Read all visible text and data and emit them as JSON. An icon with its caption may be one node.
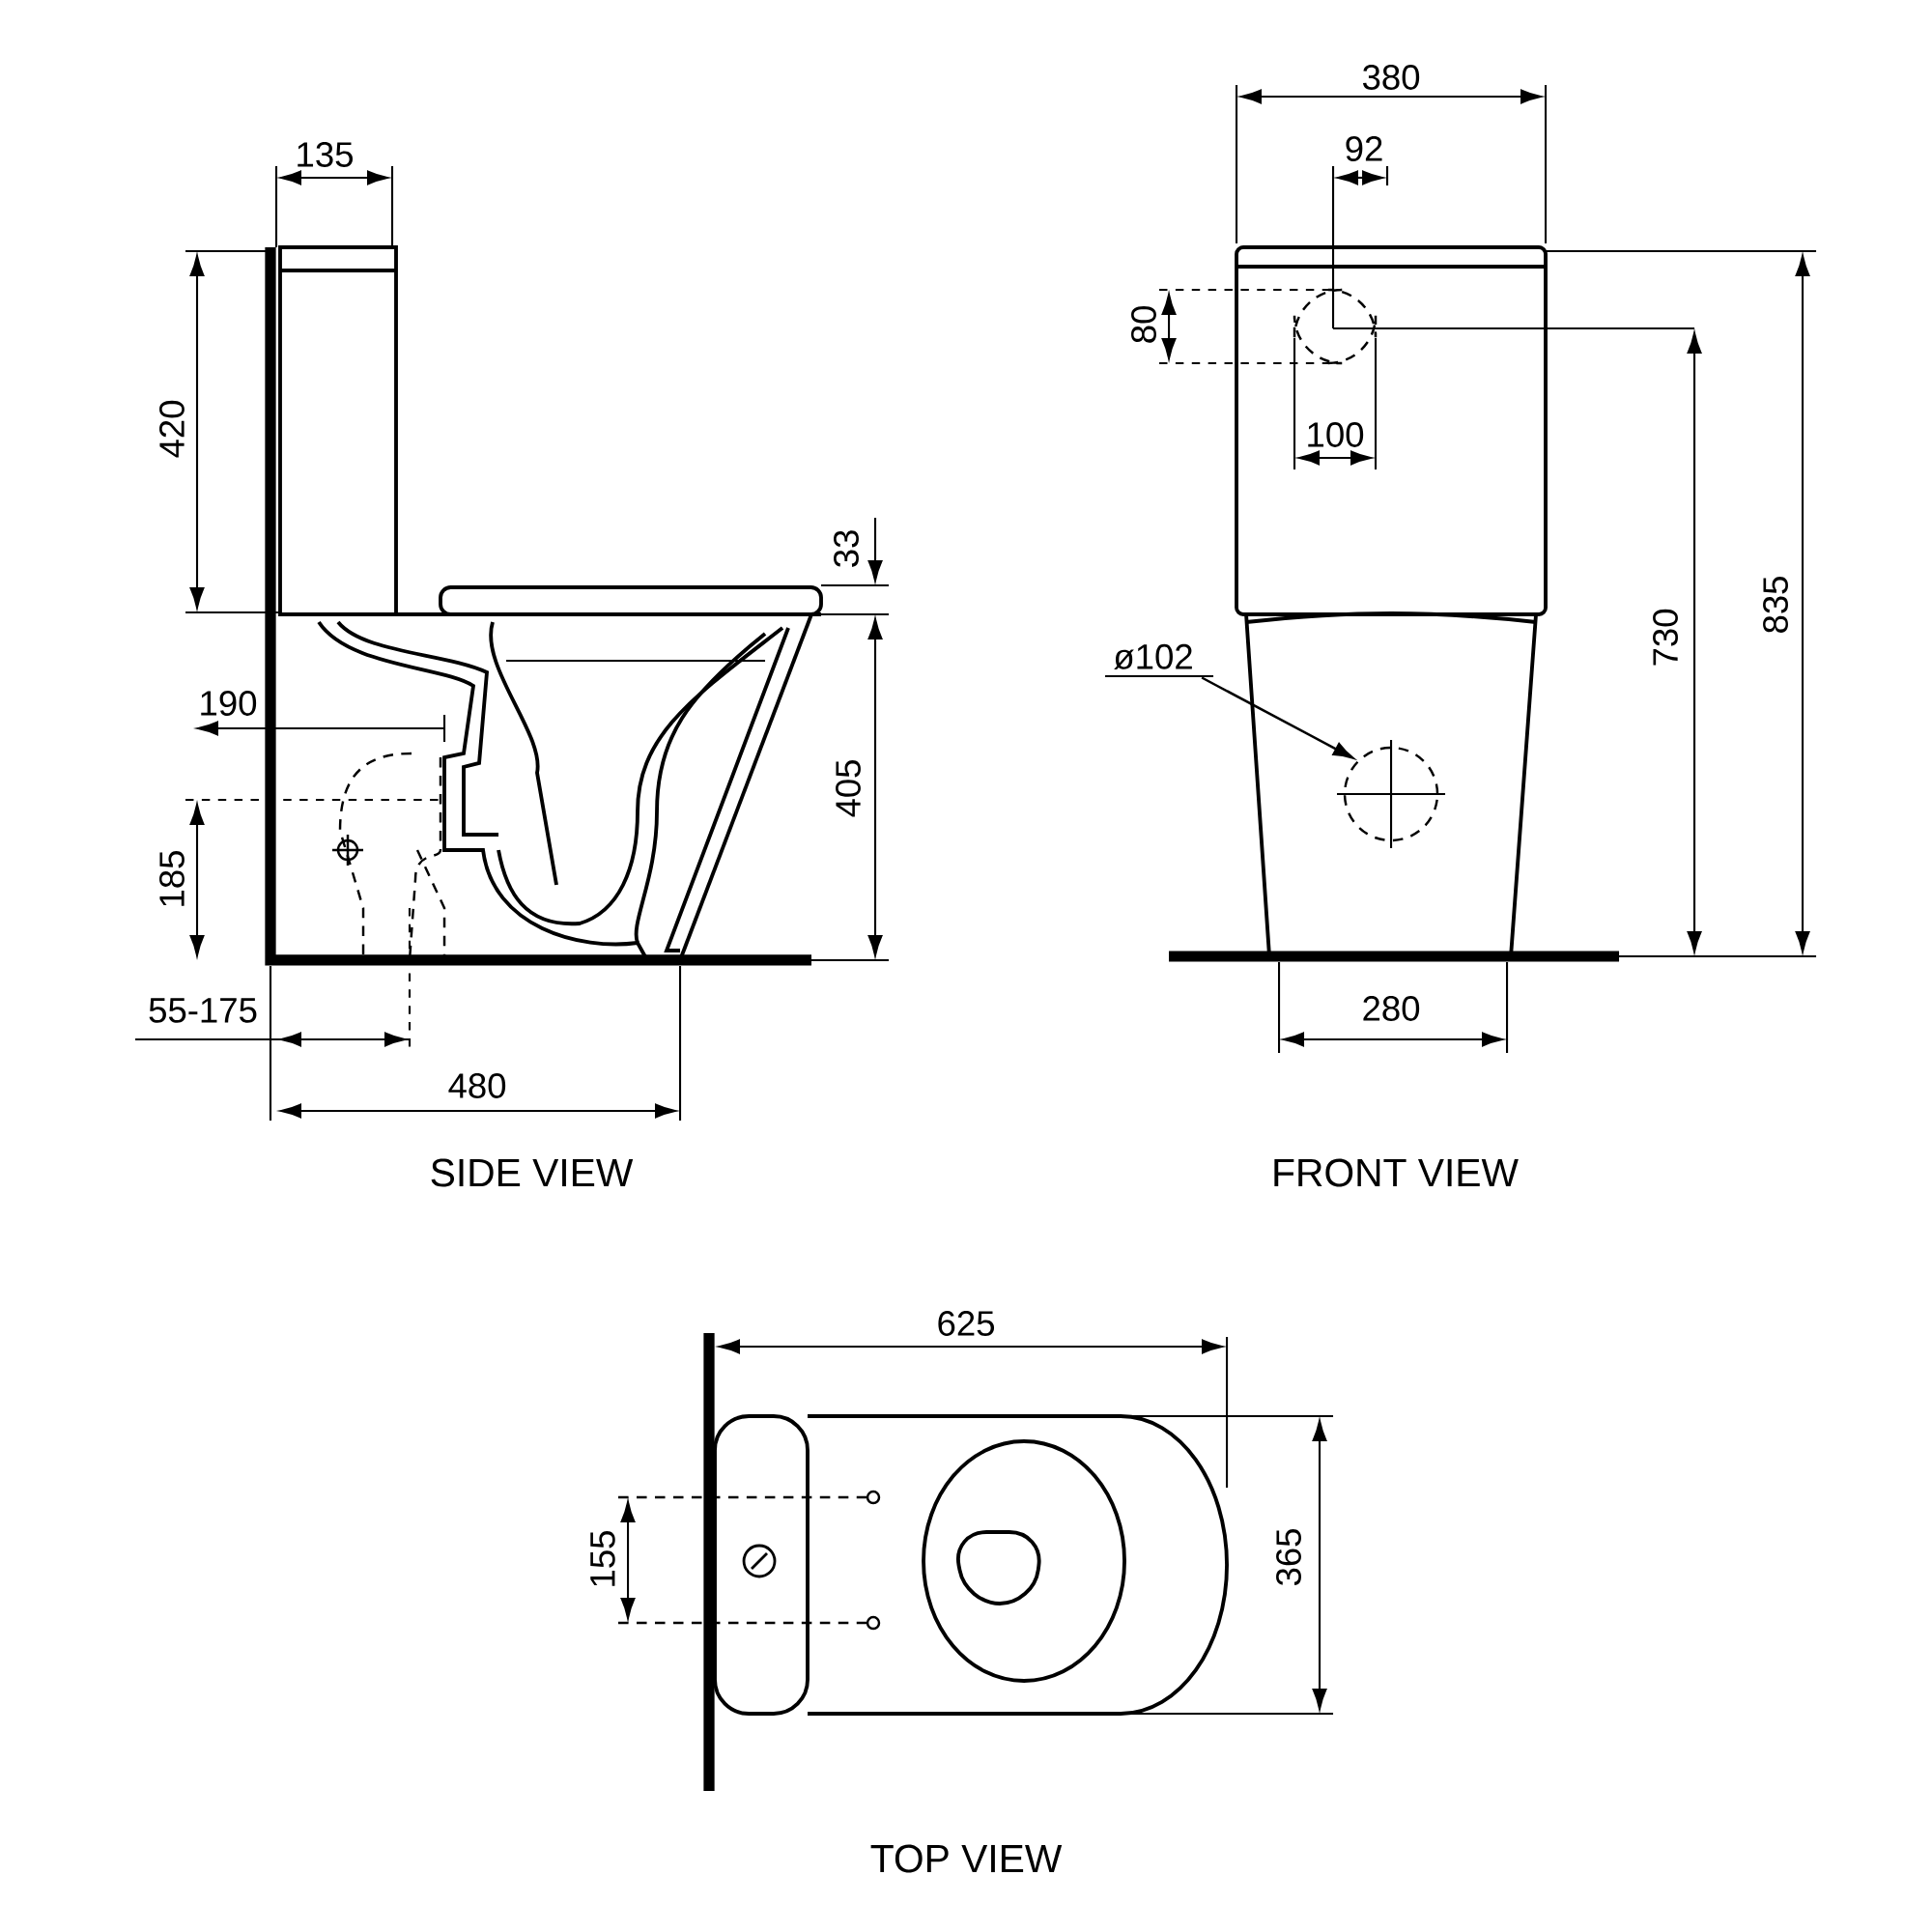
{
  "diagram": {
    "nodes": [
      {
        "text": [
          "ø102"
        ]
      },
      {
        "text": [],
        "shape": "circle"
      }
    ],
    "edges": [
      {
        "from": 0,
        "to": 1,
        "arrow": "to"
      }
    ],
    "labels": [
      "135",
      "380",
      "92",
      "80",
      "420",
      "100",
      "33",
      "730",
      "835",
      "190",
      "405",
      "185",
      "55-175",
      "480",
      "280",
      "SIDE VIEW",
      "FRONT VIEW",
      "625",
      "155",
      "365",
      "TOP VIEW"
    ]
  }
}
